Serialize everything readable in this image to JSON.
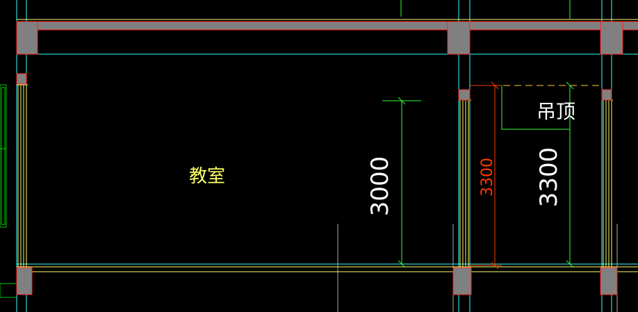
{
  "colors": {
    "background": "#000000",
    "column_fill": "#808080",
    "column_edge": "#ff2020",
    "wall_line": "#ffff66",
    "axis_line": "#33ffff",
    "dim_green": "#33ff33",
    "dim_red": "#ff3b00",
    "text_white": "#ffffff",
    "text_yellow": "#ffff66",
    "text_red": "#ff3b00",
    "window_green": "#00cc00"
  },
  "labels": {
    "room_name": "教室",
    "ceiling_label": "吊顶"
  },
  "dimensions": {
    "height_room": "3000",
    "height_red": "3300",
    "height_right": "3300"
  }
}
